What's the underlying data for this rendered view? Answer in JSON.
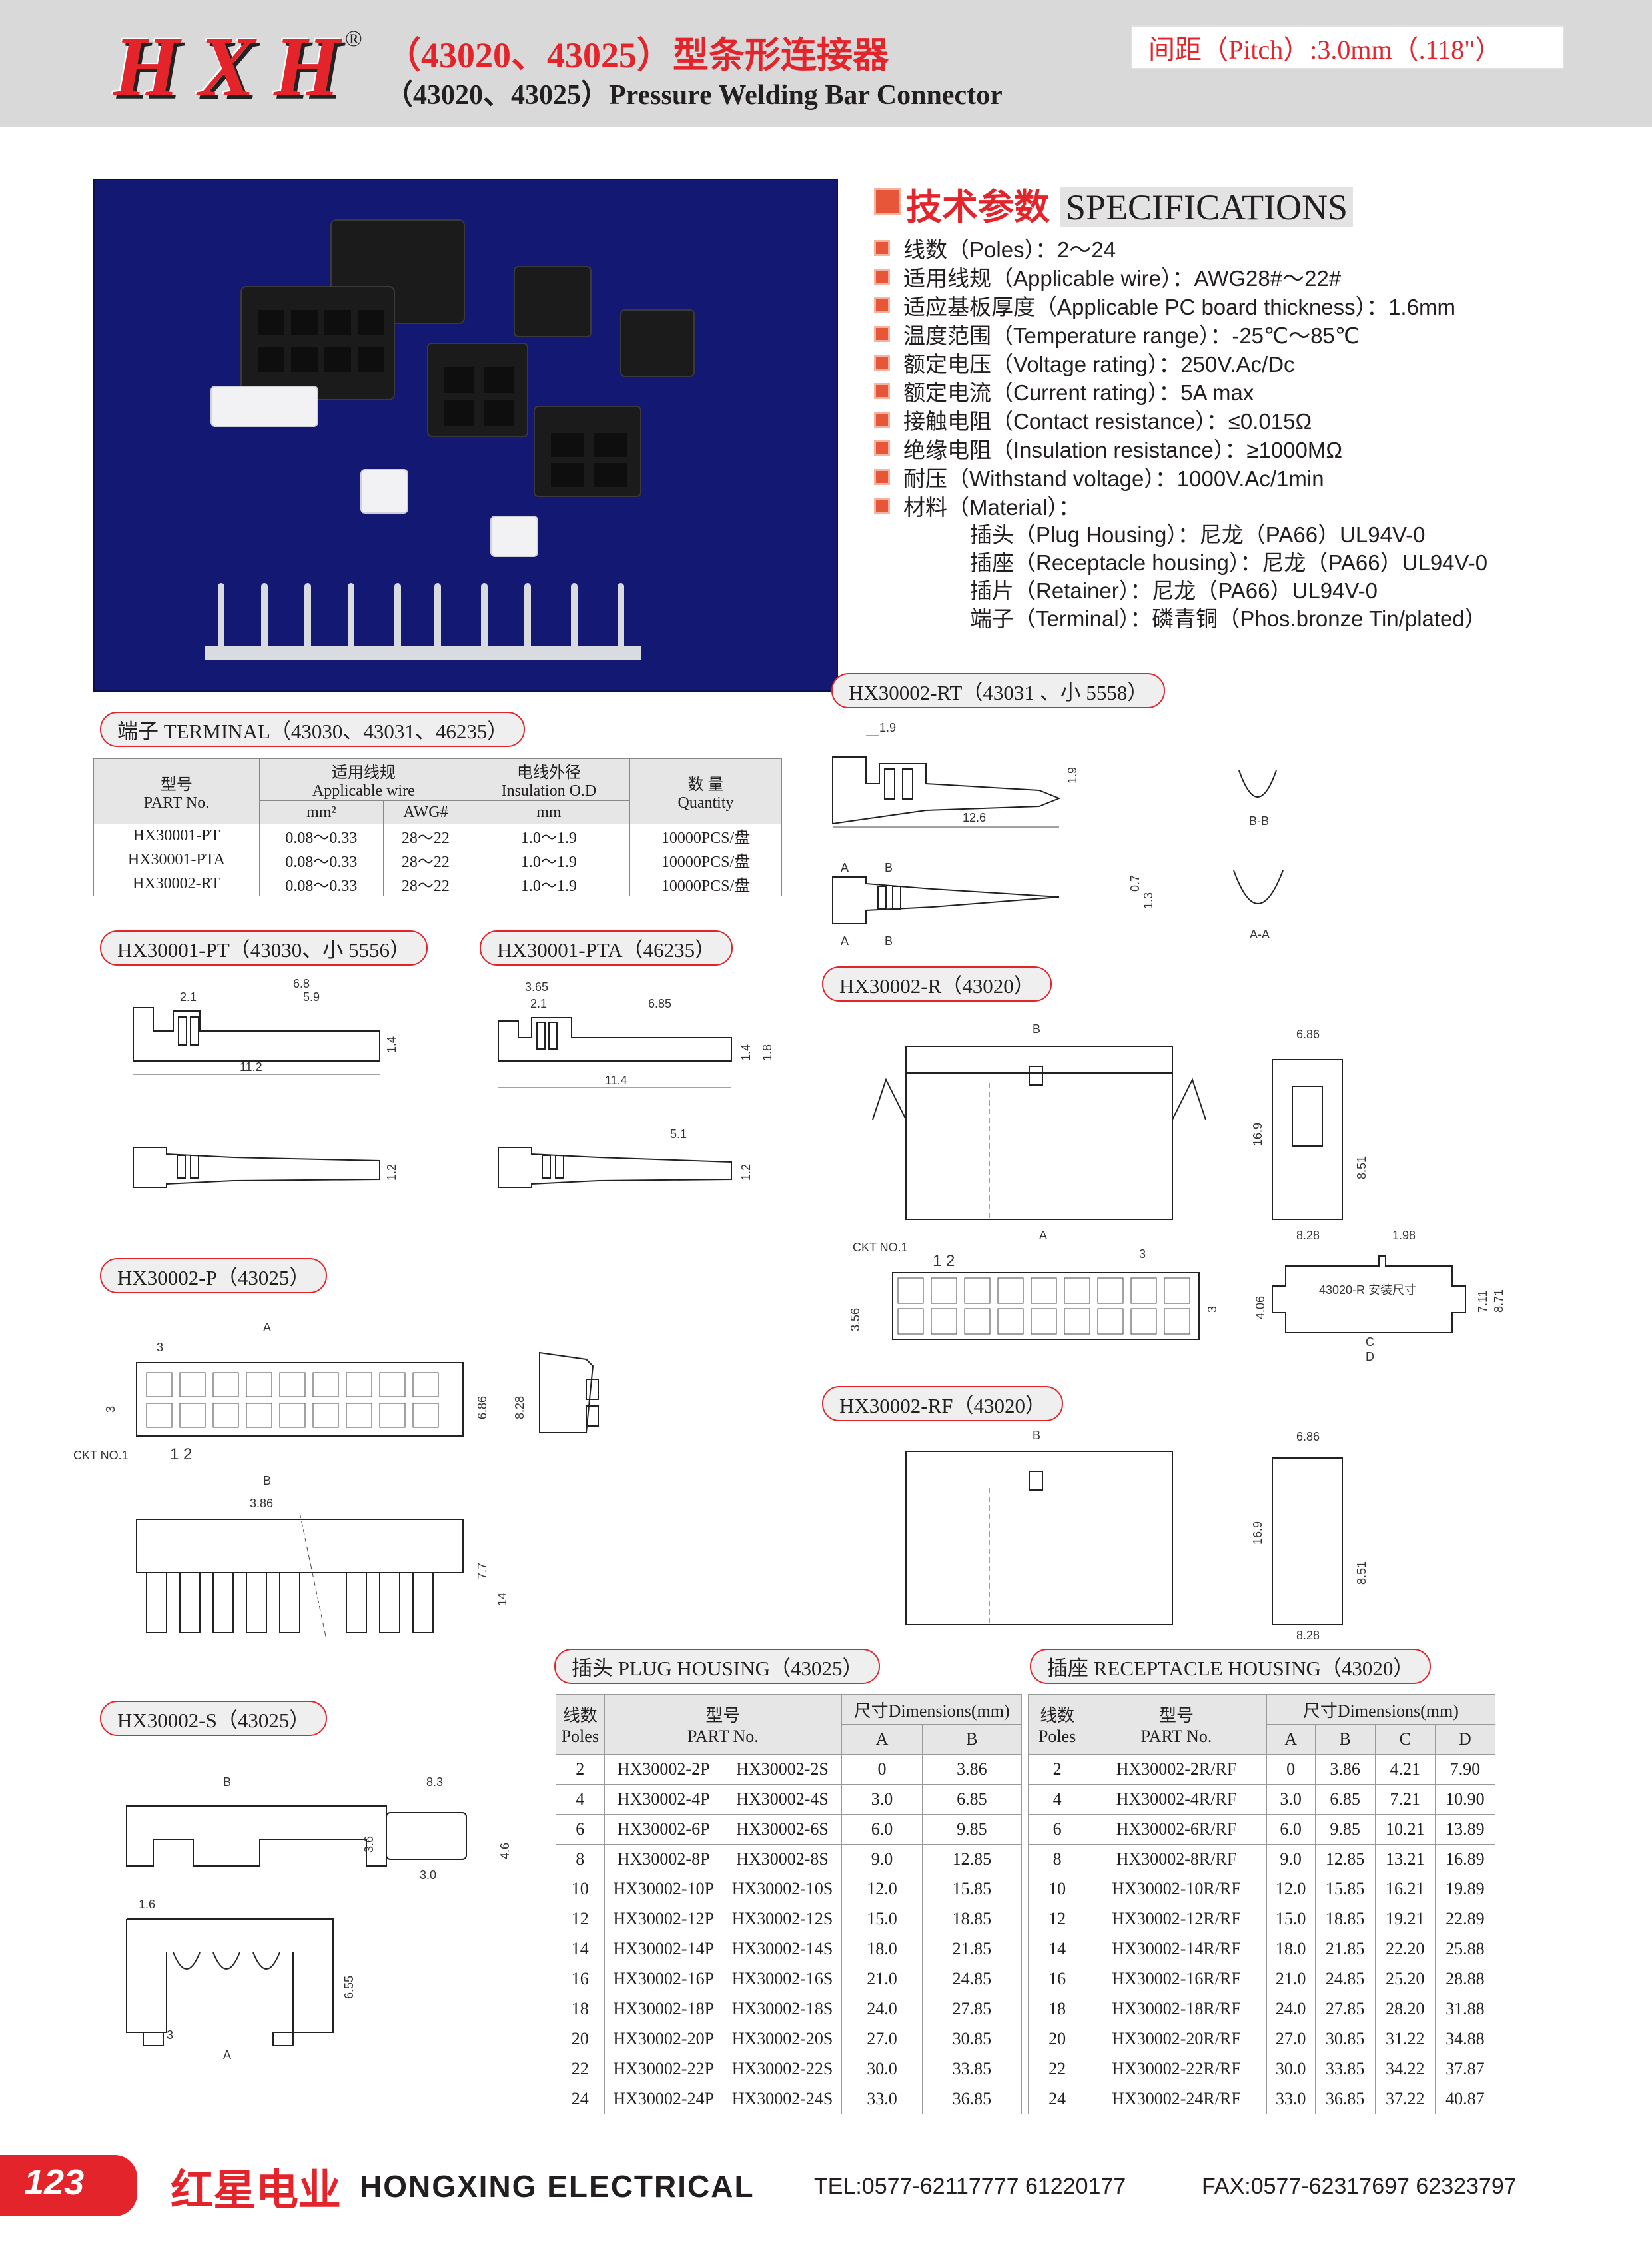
{
  "header": {
    "logo": "HXH",
    "registered": "®",
    "title_cn": "（43020、43025）型条形连接器",
    "title_en": "（43020、43025）Pressure Welding Bar Connector",
    "pitch": "间距（Pitch）:3.0mm（.118\"）"
  },
  "specs": {
    "title_cn": "技术参数",
    "title_en": "SPECIFICATIONS",
    "rows": [
      "线数（Poles）：2～24",
      "适用线规（Applicable wire）：AWG28#～22#",
      "适应基板厚度（Applicable PC board thickness）：1.6mm",
      "温度范围（Temperature range）：-25℃～85℃",
      "额定电压（Voltage rating）：250V.Ac/Dc",
      "额定电流（Current rating）：5A max",
      "接触电阻（Contact resistance）：≤0.015Ω",
      "绝缘电阻（Insulation resistance）：≥1000MΩ",
      "耐压（Withstand voltage）：1000V.Ac/1min",
      "材料（Material）："
    ],
    "materials": [
      "插头（Plug Housing）：尼龙（PA66）UL94V-0",
      "插座（Receptacle housing）：尼龙（PA66）UL94V-0",
      "插片（Retainer）：尼龙（PA66）UL94V-0",
      "端子（Terminal）：磷青铜（Phos.bronze Tin/plated）"
    ]
  },
  "labels": {
    "terminal": "端子 TERMINAL（43030、43031、46235）",
    "rt": "HX30002-RT（43031 、小 5558）",
    "pt": "HX30001-PT（43030、小 5556）",
    "pta": "HX30001-PTA（46235）",
    "r": "HX30002-R（43020）",
    "p": "HX30002-P（43025）",
    "rf": "HX30002-RF（43020）",
    "s": "HX30002-S（43025）",
    "plug_housing": "插头 PLUG HOUSING（43025）",
    "receptacle_housing": "插座 RECEPTACLE HOUSING（43020）"
  },
  "terminal_table": {
    "h_part_cn": "型号",
    "h_part_en": "PART No.",
    "h_wire_cn": "适用线规",
    "h_wire_en": "Applicable wire",
    "h_od_cn": "电线外径",
    "h_od_en": "Insulation O.D",
    "h_qty_cn": "数 量",
    "h_qty_en": "Quantity",
    "h_mm2": "mm²",
    "h_awg": "AWG#",
    "h_mm": "mm",
    "rows": [
      [
        "HX30001-PT",
        "0.08～0.33",
        "28～22",
        "1.0～1.9",
        "10000PCS/盘"
      ],
      [
        "HX30001-PTA",
        "0.08～0.33",
        "28～22",
        "1.0～1.9",
        "10000PCS/盘"
      ],
      [
        "HX30002-RT",
        "0.08～0.33",
        "28～22",
        "1.0～1.9",
        "10000PCS/盘"
      ]
    ]
  },
  "plug_table": {
    "h_poles_cn": "线数",
    "h_poles_en": "Poles",
    "h_part_cn": "型号",
    "h_part_en": "PART No.",
    "h_dim": "尺寸Dimensions(mm)",
    "h_a": "A",
    "h_b": "B",
    "rows": [
      [
        "2",
        "HX30002-2P",
        "HX30002-2S",
        "0",
        "3.86"
      ],
      [
        "4",
        "HX30002-4P",
        "HX30002-4S",
        "3.0",
        "6.85"
      ],
      [
        "6",
        "HX30002-6P",
        "HX30002-6S",
        "6.0",
        "9.85"
      ],
      [
        "8",
        "HX30002-8P",
        "HX30002-8S",
        "9.0",
        "12.85"
      ],
      [
        "10",
        "HX30002-10P",
        "HX30002-10S",
        "12.0",
        "15.85"
      ],
      [
        "12",
        "HX30002-12P",
        "HX30002-12S",
        "15.0",
        "18.85"
      ],
      [
        "14",
        "HX30002-14P",
        "HX30002-14S",
        "18.0",
        "21.85"
      ],
      [
        "16",
        "HX30002-16P",
        "HX30002-16S",
        "21.0",
        "24.85"
      ],
      [
        "18",
        "HX30002-18P",
        "HX30002-18S",
        "24.0",
        "27.85"
      ],
      [
        "20",
        "HX30002-20P",
        "HX30002-20S",
        "27.0",
        "30.85"
      ],
      [
        "22",
        "HX30002-22P",
        "HX30002-22S",
        "30.0",
        "33.85"
      ],
      [
        "24",
        "HX30002-24P",
        "HX30002-24S",
        "33.0",
        "36.85"
      ]
    ]
  },
  "rec_table": {
    "h_poles_cn": "线数",
    "h_poles_en": "Poles",
    "h_part_cn": "型号",
    "h_part_en": "PART No.",
    "h_dim": "尺寸Dimensions(mm)",
    "h_a": "A",
    "h_b": "B",
    "h_c": "C",
    "h_d": "D",
    "rows": [
      [
        "2",
        "HX30002-2R/RF",
        "0",
        "3.86",
        "4.21",
        "7.90"
      ],
      [
        "4",
        "HX30002-4R/RF",
        "3.0",
        "6.85",
        "7.21",
        "10.90"
      ],
      [
        "6",
        "HX30002-6R/RF",
        "6.0",
        "9.85",
        "10.21",
        "13.89"
      ],
      [
        "8",
        "HX30002-8R/RF",
        "9.0",
        "12.85",
        "13.21",
        "16.89"
      ],
      [
        "10",
        "HX30002-10R/RF",
        "12.0",
        "15.85",
        "16.21",
        "19.89"
      ],
      [
        "12",
        "HX30002-12R/RF",
        "15.0",
        "18.85",
        "19.21",
        "22.89"
      ],
      [
        "14",
        "HX30002-14R/RF",
        "18.0",
        "21.85",
        "22.20",
        "25.88"
      ],
      [
        "16",
        "HX30002-16R/RF",
        "21.0",
        "24.85",
        "25.20",
        "28.88"
      ],
      [
        "18",
        "HX30002-18R/RF",
        "24.0",
        "27.85",
        "28.20",
        "31.88"
      ],
      [
        "20",
        "HX30002-20R/RF",
        "27.0",
        "30.85",
        "31.22",
        "34.88"
      ],
      [
        "22",
        "HX30002-22R/RF",
        "30.0",
        "33.85",
        "34.22",
        "37.87"
      ],
      [
        "24",
        "HX30002-24R/RF",
        "33.0",
        "36.85",
        "37.22",
        "40.87"
      ]
    ]
  },
  "drawings": {
    "rt": {
      "d1": "1.9",
      "d2": "1.9",
      "d3": "12.6",
      "d4": "0.7",
      "d5": "1.3",
      "bb": "B-B",
      "aa": "A-A",
      "a": "A",
      "b": "B"
    },
    "pt": {
      "d1": "6.8",
      "d2": "2.1",
      "d3": "5.9",
      "d4": "11.2",
      "d5": "1.4",
      "d6": "1.2"
    },
    "pta": {
      "d1": "3.65",
      "d2": "2.1",
      "d3": "6.85",
      "d4": "11.4",
      "d5": "1.4",
      "d6": "1.8",
      "d7": "5.1",
      "d8": "1.2"
    },
    "r": {
      "b": "B",
      "d1": "6.86",
      "d2": "16.9",
      "d3": "8.51",
      "d4": "8.28",
      "a": "A",
      "ckt": "CKT NO.1",
      "n12": "1  2",
      "d5": "3",
      "d6": "3.56",
      "d7": "3",
      "d8": "1.98",
      "d9": "4.06",
      "d10": "7.11",
      "d11": "8.71",
      "c": "C",
      "d": "D",
      "mount": "43020-R 安装尺寸"
    },
    "p": {
      "a": "A",
      "d1": "3",
      "d2": "3",
      "d3": "6.86",
      "d4": "8.28",
      "ckt": "CKT NO.1",
      "n12": "1  2",
      "b": "B",
      "d5": "3.86",
      "d6": "7.7",
      "d7": "14"
    },
    "rf": {
      "b": "B",
      "d1": "6.86",
      "d2": "16.9",
      "d3": "8.51",
      "d4": "8.28"
    },
    "s": {
      "b": "B",
      "d1": "8.3",
      "d2": "3.6",
      "d3": "4.6",
      "d4": "3.0",
      "d5": "1.6",
      "d6": "6.55",
      "d7": "3",
      "a": "A"
    }
  },
  "footer": {
    "page": "123",
    "company_cn": "红星电业",
    "company_en": "HONGXING ELECTRICAL",
    "tel": "TEL:0577-62117777   61220177",
    "fax": "FAX:0577-62317697   62323797"
  },
  "colors": {
    "brand_red": "#e4242b",
    "photo_bg": "#131973",
    "header_bg": "#d9d9d9"
  }
}
